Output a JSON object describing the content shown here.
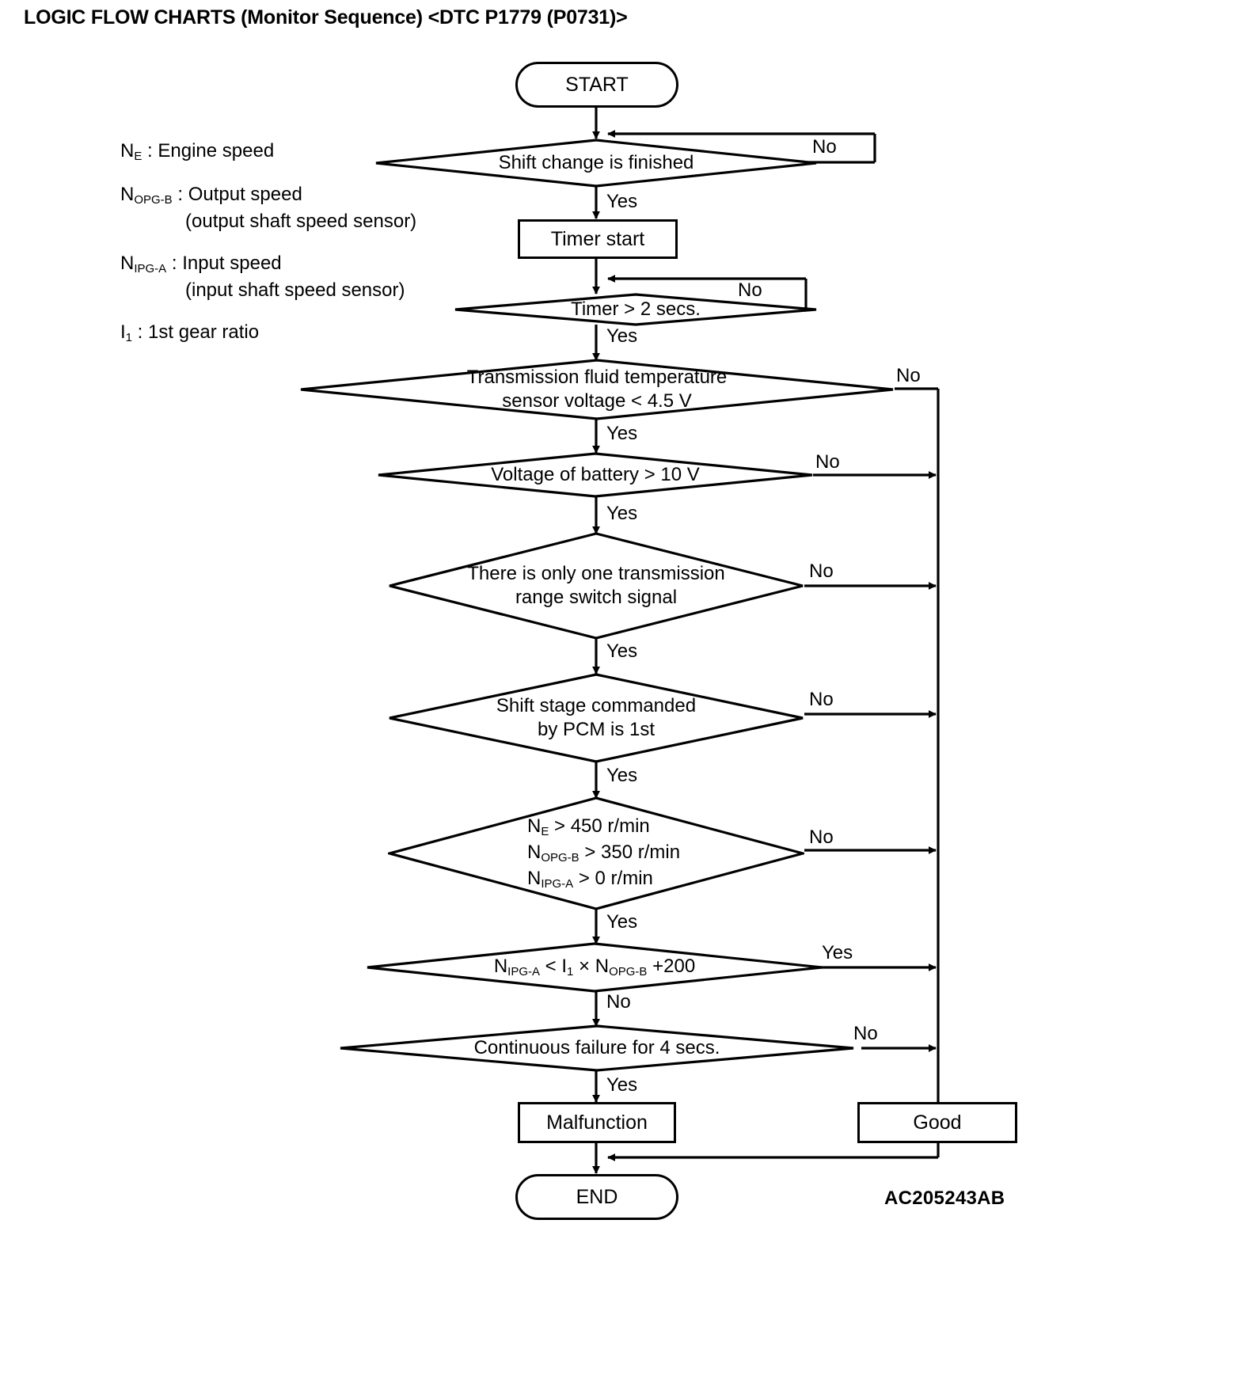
{
  "title": "LOGIC FLOW CHARTS (Monitor Sequence) <DTC P1779 (P0731)>",
  "figure_code": "AC205243AB",
  "legend": [
    {
      "symbol": "N",
      "sub": "E",
      "sep": " : ",
      "text": "Engine speed",
      "second": ""
    },
    {
      "symbol": "N",
      "sub": "OPG-B",
      "sep": " : ",
      "text": "Output speed",
      "second": "(output shaft speed sensor)"
    },
    {
      "symbol": "N",
      "sub": "IPG-A",
      "sep": " : ",
      "text": "Input speed",
      "second": "(input shaft speed sensor)"
    },
    {
      "symbol": "I",
      "sub": "1",
      "sep": " : ",
      "text": "1st gear ratio",
      "second": ""
    }
  ],
  "nodes": {
    "start": "START",
    "end": "END",
    "timer_start": "Timer start",
    "malfunction": "Malfunction",
    "good": "Good"
  },
  "decisions": [
    {
      "id": "shift-change",
      "lines": [
        "Shift change is finished"
      ],
      "yes": "Yes",
      "no": "No"
    },
    {
      "id": "timer-2s",
      "lines": [
        "Timer > 2 secs."
      ],
      "yes": "Yes",
      "no": "No"
    },
    {
      "id": "fluid-temp",
      "lines": [
        "Transmission fluid temperature",
        "sensor voltage < 4.5 V"
      ],
      "yes": "Yes",
      "no": "No"
    },
    {
      "id": "battery-voltage",
      "lines": [
        "Voltage of battery > 10 V"
      ],
      "yes": "Yes",
      "no": "No"
    },
    {
      "id": "range-switch",
      "lines": [
        "There is only one transmission",
        "range switch signal"
      ],
      "yes": "Yes",
      "no": "No"
    },
    {
      "id": "shift-stage",
      "lines": [
        "Shift stage commanded",
        "by PCM is 1st"
      ],
      "yes": "Yes",
      "no": "No"
    },
    {
      "id": "speed-thresholds",
      "lines": [
        "N E  > 450 r/min",
        "N OPG-B  > 350 r/min",
        "N IPG-A  > 0 r/min"
      ],
      "yes": "Yes",
      "no": "No"
    },
    {
      "id": "ratio-formula",
      "lines": [
        "N IPG-A  < I 1  x N OPG-B  +200"
      ],
      "yes": "Yes",
      "no": "No"
    },
    {
      "id": "continuous-failure",
      "lines": [
        "Continuous failure for 4 secs."
      ],
      "yes": "Yes",
      "no": "No"
    }
  ],
  "branch_labels": {
    "shift_change_no": "No",
    "shift_change_yes": "Yes",
    "timer_no": "No",
    "timer_yes": "Yes",
    "fluid_no": "No",
    "fluid_yes": "Yes",
    "battery_no": "No",
    "battery_yes": "Yes",
    "range_no": "No",
    "range_yes": "Yes",
    "stage_no": "No",
    "stage_yes": "Yes",
    "speed_no": "No",
    "speed_yes": "Yes",
    "formula_yes": "Yes",
    "formula_no": "No",
    "failure_no": "No",
    "failure_yes": "Yes"
  },
  "speed_text": {
    "l1_n": "N",
    "l1_sub": "E",
    "l1_rest": " > 450 r/min",
    "l2_n": "N",
    "l2_sub": "OPG-B",
    "l2_rest": " > 350 r/min",
    "l3_n": "N",
    "l3_sub": "IPG-A",
    "l3_rest": " > 0 r/min"
  },
  "formula_text": {
    "a_n": "N",
    "a_sub": "IPG-A",
    "op1": " < ",
    "b_n": "I",
    "b_sub": "1",
    "op2": " × ",
    "c_n": "N",
    "c_sub": "OPG-B",
    "tail": " +200"
  }
}
